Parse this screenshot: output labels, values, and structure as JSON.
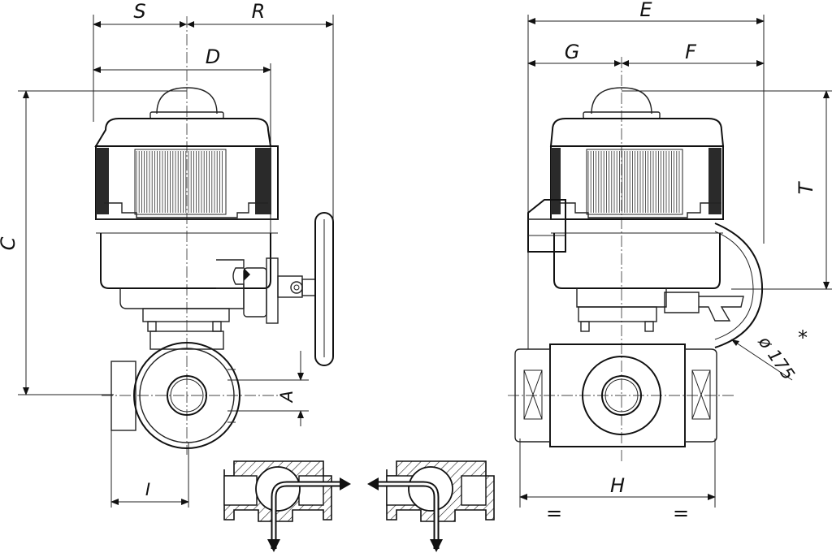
{
  "dimensions": {
    "S": "S",
    "R": "R",
    "D": "D",
    "C": "C",
    "A": "A",
    "I": "I",
    "E": "E",
    "G": "G",
    "F": "F",
    "T": "T",
    "H": "H",
    "wheel_diameter": "ø 175",
    "asterisk": "*",
    "equal_left": "=",
    "equal_right": "="
  },
  "colors": {
    "line": "#222222",
    "fin_dark": "#333333",
    "arrow": "#111111"
  }
}
